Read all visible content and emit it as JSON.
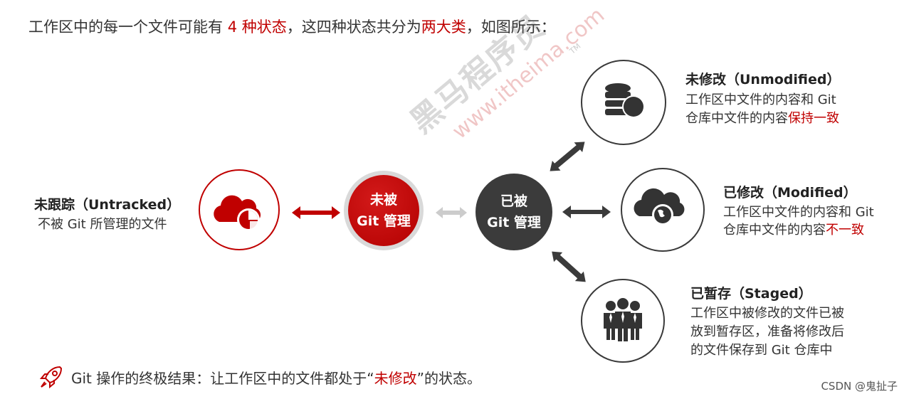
{
  "intro": {
    "prefix": "工作区中的每一个文件可能有 ",
    "count": "4 种状态",
    "middle": "，这四种状态共分为",
    "highlight": "两大类",
    "suffix": "，如图所示："
  },
  "untracked": {
    "title": "未跟踪（Untracked）",
    "desc": "不被 Git 所管理的文件"
  },
  "unmanaged_disc": {
    "line1": "未被",
    "line2": "Git 管理"
  },
  "managed_disc": {
    "line1": "已被",
    "line2": "Git 管理"
  },
  "unmodified": {
    "title": "未修改（Unmodified）",
    "line1": "工作区中文件的内容和 Git",
    "line2_prefix": "仓库中文件的内容",
    "line2_highlight": "保持一致"
  },
  "modified": {
    "title": "已修改（Modified）",
    "line1": "工作区中文件的内容和 Git",
    "line2_prefix": "仓库中文件的内容",
    "line2_highlight": "不一致"
  },
  "staged": {
    "title": "已暂存（Staged）",
    "line1": "工作区中被修改的文件已被",
    "line2": "放到暂存区，准备将修改后",
    "line3": "的文件保存到 Git 仓库中"
  },
  "watermark": {
    "brand": "黑马程序员",
    "url": "www.itheima.com",
    "tm": "TM"
  },
  "footer": {
    "prefix": "Git 操作的终极结果：让工作区中的文件都处于“",
    "highlight": "未修改",
    "suffix": "”的状态。"
  },
  "credit": "CSDN @鬼扯子",
  "colors": {
    "accent": "#c00000",
    "dark": "#3b3b3b",
    "gray_arrow": "#cccccc"
  },
  "icons": [
    "cloud-chart-icon",
    "database-icon",
    "cloud-globe-icon",
    "team-icon",
    "rocket-icon"
  ]
}
